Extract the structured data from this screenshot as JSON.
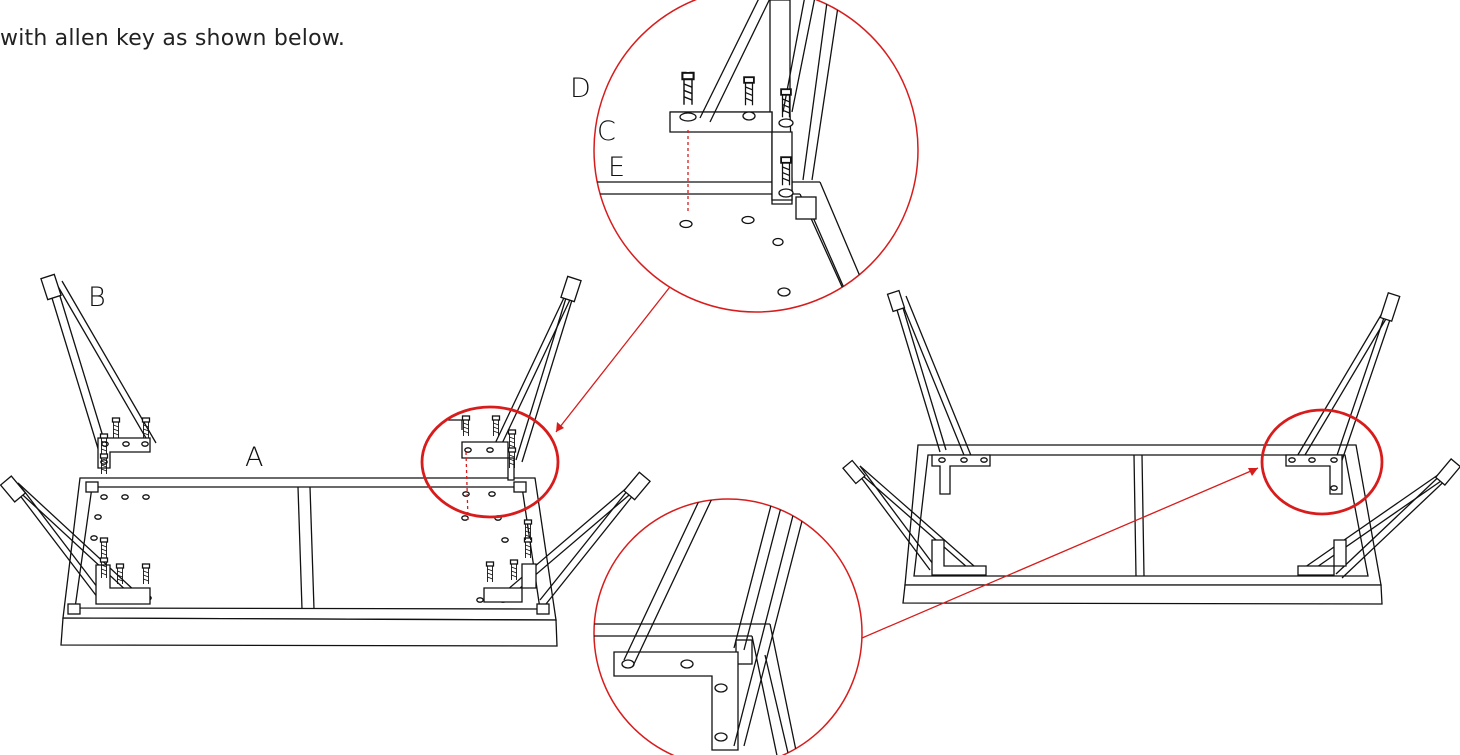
{
  "instruction": "with allen key as shown below.",
  "labels": {
    "a": "A",
    "b": "B",
    "c": "C",
    "d": "D",
    "e": "E"
  },
  "colors": {
    "line": "#111111",
    "callout": "#d81c1c",
    "background": "#ffffff"
  }
}
